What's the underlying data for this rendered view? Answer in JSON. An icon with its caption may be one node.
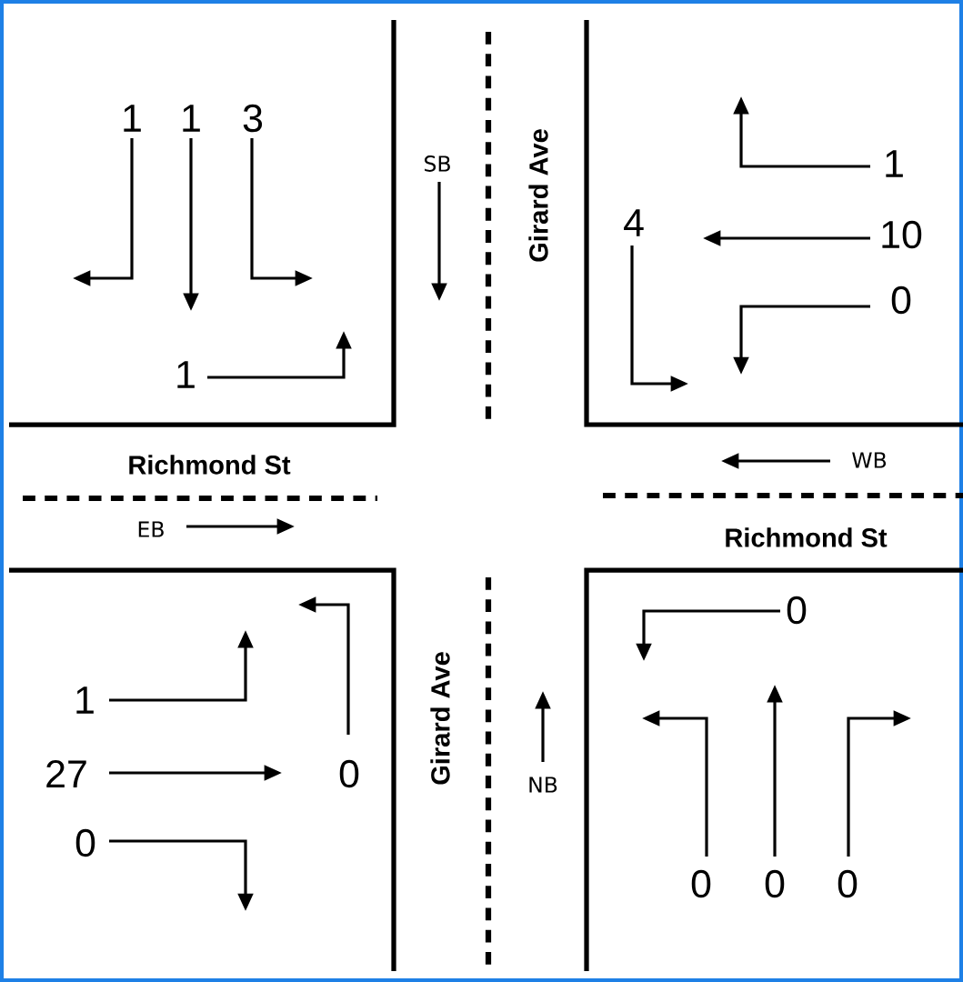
{
  "diagram": {
    "labels": [
      "1",
      "1",
      "3",
      "SB",
      "Girard Ave",
      "1",
      "4",
      "10",
      "0",
      "1",
      "Richmond St",
      "WB",
      "EB",
      "Richmond St",
      "0",
      "1",
      "Girard Ave",
      "NB",
      "27",
      "0",
      "0",
      "0",
      "0",
      "0"
    ]
  }
}
